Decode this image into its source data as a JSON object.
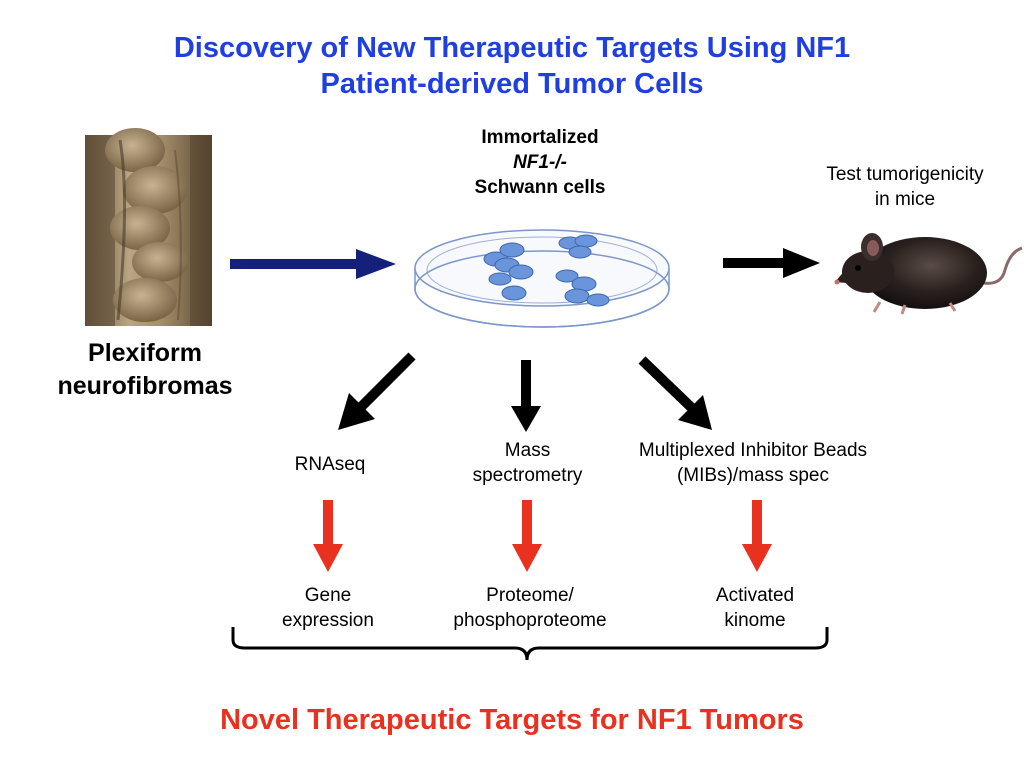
{
  "title": {
    "line1": "Discovery of New Therapeutic Targets Using NF1",
    "line2": "Patient-derived Tumor Cells"
  },
  "cells": {
    "line1": "Immortalized",
    "line2": "NF1-/-",
    "line3": "Schwann cells"
  },
  "mice": {
    "line1": "Test tumorigenicity",
    "line2": "in mice"
  },
  "plexiform": {
    "line1": "Plexiform",
    "line2": "neurofibromas"
  },
  "methods": [
    {
      "lines": [
        "RNAseq"
      ]
    },
    {
      "lines": [
        "Mass",
        "spectrometry"
      ]
    },
    {
      "lines": [
        "Multiplexed Inhibitor Beads",
        "(MIBs)/mass spec"
      ]
    }
  ],
  "results": [
    {
      "lines": [
        "Gene",
        "expression"
      ]
    },
    {
      "lines": [
        "Proteome/",
        "phosphoproteome"
      ]
    },
    {
      "lines": [
        "Activated",
        "kinome"
      ]
    }
  ],
  "conclusion": "Novel Therapeutic Targets for NF1 Tumors",
  "colors": {
    "title": "#1f3fe0",
    "conclusion": "#e8321f",
    "arrow_navy": "#14207a",
    "arrow_red": "#e8321f",
    "cells": "#6a95db",
    "dish": "#7d97c8"
  }
}
